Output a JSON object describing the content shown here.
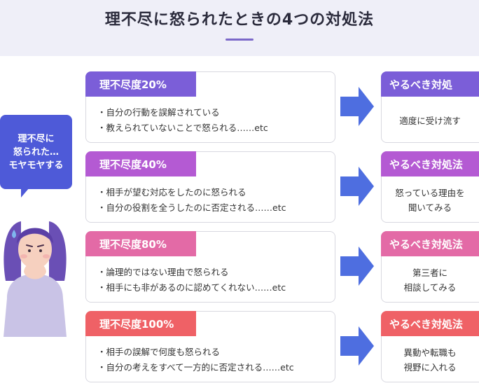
{
  "title": "理不尽に怒られたときの4つの対処法",
  "bubble": [
    "理不尽に",
    "怒られた…",
    "モヤモヤする"
  ],
  "rows": [
    {
      "level": "理不尽度20%",
      "color": "#7b5ed8",
      "items": [
        "・自分の行動を誤解されている",
        "・教えられていないことで怒られる……etc"
      ],
      "solution_label": "やるべき対処",
      "solution": [
        "適度に受け流す"
      ]
    },
    {
      "level": "理不尽度40%",
      "color": "#b45ad3",
      "items": [
        "・相手が望む対応をしたのに怒られる",
        "・自分の役割を全うしたのに否定される……etc"
      ],
      "solution_label": "やるべき対処法",
      "solution": [
        "怒っている理由を",
        "聞いてみる"
      ]
    },
    {
      "level": "理不尽度80%",
      "color": "#e36aa6",
      "items": [
        "・論理的ではない理由で怒られる",
        "・相手にも非があるのに認めてくれない……etc"
      ],
      "solution_label": "やるべき対処法",
      "solution": [
        "第三者に",
        "相談してみる"
      ]
    },
    {
      "level": "理不尽度100%",
      "color": "#ef6166",
      "items": [
        "・相手の誤解で何度も怒られる",
        "・自分の考えをすべて一方的に否定される……etc"
      ],
      "solution_label": "やるべき対処法",
      "solution": [
        "異動や転職も",
        "視野に入れる"
      ]
    }
  ],
  "arrow_color": "#4e6ee0"
}
